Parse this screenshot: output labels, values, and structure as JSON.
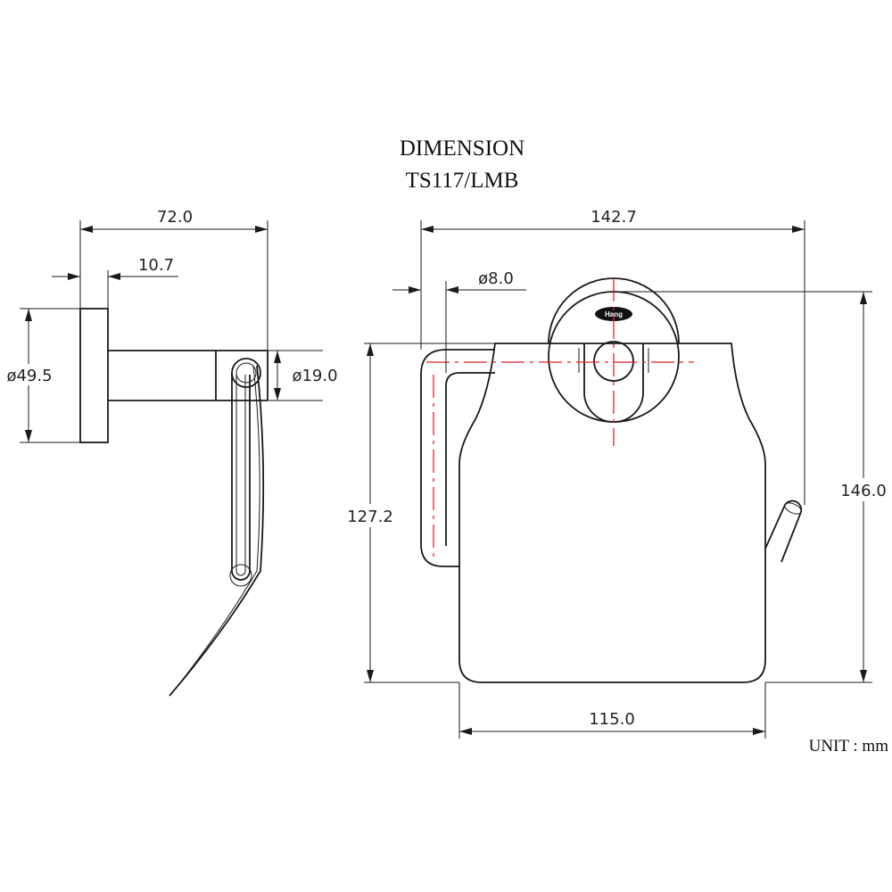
{
  "header": {
    "title": "DIMENSION",
    "model": "TS117/LMB"
  },
  "unit_label": "UNIT : mm",
  "logo_text": "Hang",
  "side_view": {
    "overall_depth": "72.0",
    "flange_thickness": "10.7",
    "flange_diameter": "ø49.5",
    "bar_diameter": "ø19.0"
  },
  "front_view": {
    "overall_width": "142.7",
    "rod_diameter": "ø8.0",
    "overall_height": "146.0",
    "cover_height": "127.2",
    "cover_width": "115.0"
  },
  "colors": {
    "line": "#1a1a1a",
    "centerline": "#e0242b"
  }
}
